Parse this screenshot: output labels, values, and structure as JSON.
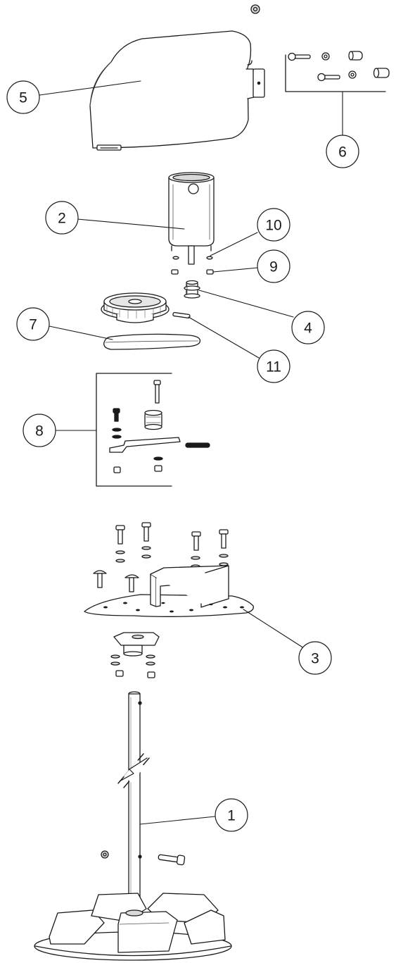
{
  "callouts": [
    {
      "id": "1",
      "label": "1",
      "part": "shaft-pole"
    },
    {
      "id": "2",
      "label": "2",
      "part": "motor"
    },
    {
      "id": "3",
      "label": "3",
      "part": "mounting-plate"
    },
    {
      "id": "4",
      "label": "4",
      "part": "motor-pulley"
    },
    {
      "id": "5",
      "label": "5",
      "part": "motor-cover"
    },
    {
      "id": "6",
      "label": "6",
      "part": "cover-hardware-kit"
    },
    {
      "id": "7",
      "label": "7",
      "part": "drive-belt"
    },
    {
      "id": "8",
      "label": "8",
      "part": "tensioner-kit"
    },
    {
      "id": "9",
      "label": "9",
      "part": "spacer"
    },
    {
      "id": "10",
      "label": "10",
      "part": "washer"
    },
    {
      "id": "11",
      "label": "11",
      "part": "key"
    }
  ],
  "colors": {
    "line": "#1a1a1a",
    "part_fill": "#ffffff",
    "shade": "#d9d9d9",
    "dark": "#555555"
  }
}
